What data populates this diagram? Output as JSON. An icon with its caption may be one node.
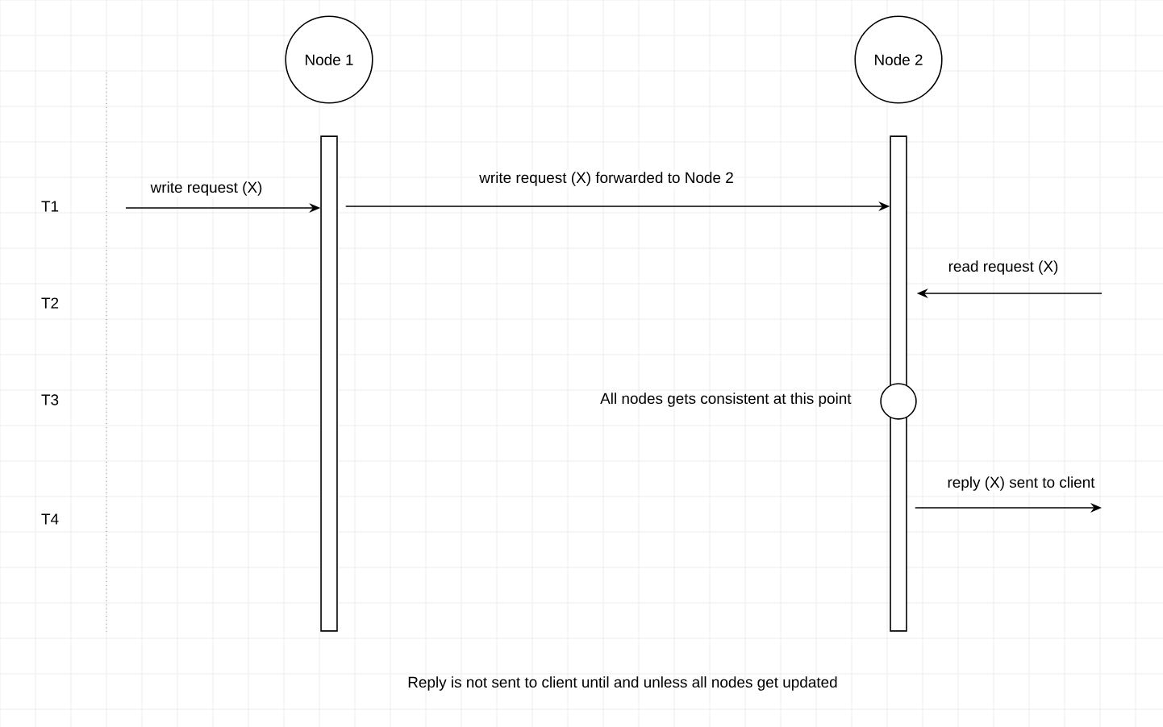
{
  "diagram": {
    "nodes": [
      {
        "text": [
          "Node 1"
        ]
      },
      {
        "text": [
          "Node 2"
        ]
      },
      {
        "text": [],
        "shape": "bar"
      },
      {
        "text": [],
        "shape": "bar"
      },
      {
        "text": [],
        "shape": "circle",
        "beside": [
          "All nodes gets consistent at this point"
        ]
      }
    ],
    "edges": [
      {
        "from": null,
        "to": 2,
        "arrow": "to",
        "label": "write request (X)"
      },
      {
        "from": 2,
        "to": 3,
        "arrow": "to",
        "label": "write request (X) forwarded to Node 2"
      },
      {
        "from": null,
        "to": 3,
        "arrow": "to",
        "label": "read request (X)"
      },
      {
        "from": 3,
        "to": null,
        "arrow": "to",
        "label": "reply (X) sent to client"
      }
    ],
    "labels": [
      "T1",
      "T2",
      "T3",
      "T4",
      "Reply is not sent to client until and unless all nodes get updated"
    ]
  }
}
